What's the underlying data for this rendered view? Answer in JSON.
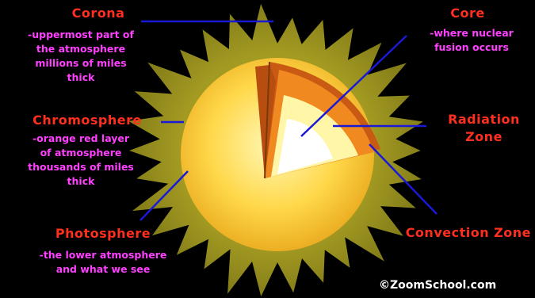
{
  "labels": {
    "corona": {
      "title": "Corona",
      "lines": [
        "-uppermost part of",
        "the atmosphere",
        "millions of miles",
        "thick"
      ]
    },
    "core": {
      "title": "Core",
      "lines": [
        "-where nuclear",
        "fusion occurs"
      ]
    },
    "chromosphere": {
      "title": "Chromosphere",
      "lines": [
        "-orange red layer",
        "of atmosphere",
        "thousands of miles",
        "thick"
      ]
    },
    "radiation_zone": {
      "lines": [
        "Radiation",
        "Zone"
      ]
    },
    "photosphere": {
      "title": "Photosphere",
      "lines": [
        "-the lower atmosphere",
        "and what we see"
      ]
    },
    "convection_zone": {
      "title": "Convection Zone"
    }
  },
  "credit": "©ZoomSchool.com",
  "colors": {
    "background": "#000000",
    "corona": "#8f8a1c",
    "photosphere_edge": "#e8a51a",
    "photosphere_center": "#fff8b8",
    "convection_zone": "#f08a20",
    "radiation_zone": "#fff6a8",
    "core": "#ffffff",
    "pointer_lines": "#1a1ad6",
    "title_text": "#ff2f1f",
    "description_text": "#ff40ff"
  }
}
